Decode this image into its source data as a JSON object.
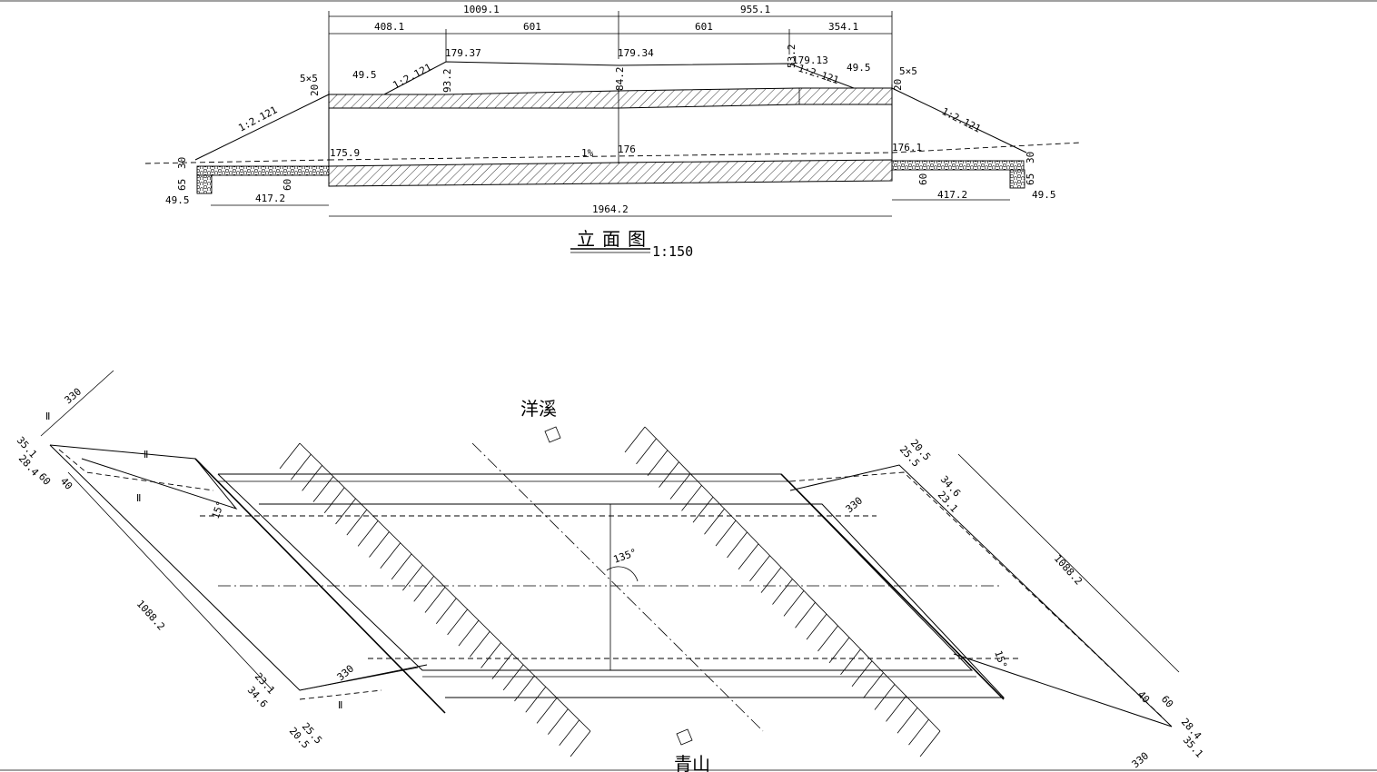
{
  "elevation": {
    "title": "立面图",
    "scale": "1:150",
    "top_dims": {
      "left_total": "1009.1",
      "right_total": "955.1",
      "left_a": "408.1",
      "left_b": "601",
      "right_a": "601",
      "right_b": "354.1",
      "bottom_total": "1964.2"
    },
    "levels": {
      "top_left": "179.37",
      "top_mid": "179.34",
      "top_right": "179.13",
      "bed_left": "175.9",
      "bed_mid": "176",
      "bed_right": "176.1"
    },
    "labels": {
      "slope": "1:2.121",
      "chamfer": "5×5",
      "w49": "49.5",
      "h20": "20",
      "h932": "93.2",
      "h842": "84.2",
      "h532": "53.2",
      "h30": "30",
      "h65": "65",
      "h60": "60",
      "w4172": "417.2",
      "grade": "1%"
    }
  },
  "plan": {
    "north_label": "洋溪",
    "south_label": "青山",
    "angle": "135°",
    "dims": {
      "d330": "330",
      "d10882": "1088.2",
      "d351": "35.1",
      "d284": "28.4",
      "d60": "60",
      "d40": "40",
      "d231": "23.1",
      "d346": "34.6",
      "d255": "25.5",
      "d205": "20.5",
      "d15": "15°",
      "sec": "Ⅱ"
    }
  }
}
